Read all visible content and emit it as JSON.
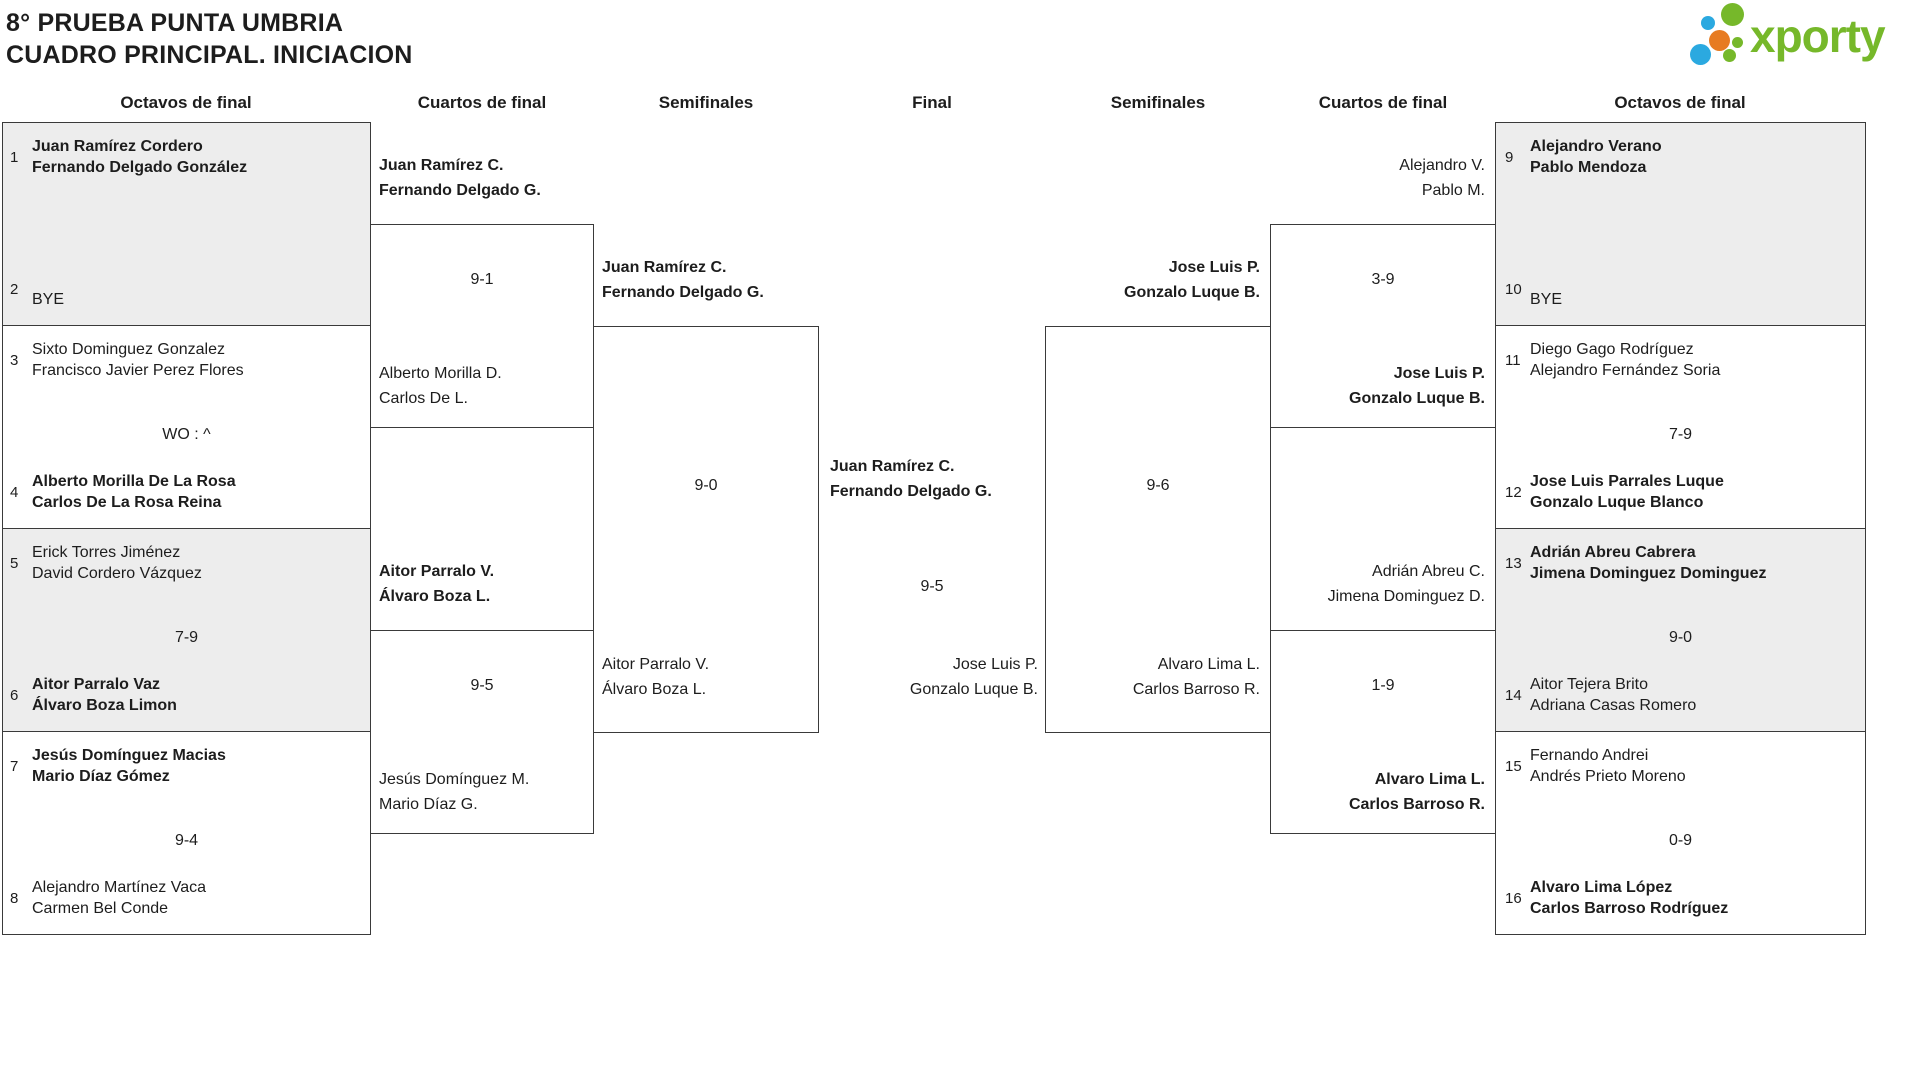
{
  "title": {
    "line1": "8° PRUEBA PUNTA UMBRIA",
    "line2": "CUADRO PRINCIPAL. INICIACION"
  },
  "logo": {
    "text": "xporty"
  },
  "colors": {
    "logo_green": "#76b82a",
    "logo_blue": "#2ba9e0",
    "logo_orange": "#e77b21",
    "box_gray": "#ededed",
    "box_border": "#3a3a3a",
    "text": "#1d1d1d"
  },
  "chart_data": {
    "type": "table",
    "title": "8° PRUEBA PUNTA UMBRIA — CUADRO PRINCIPAL. INICIACION",
    "columns": [
      {
        "header": "Octavos de final",
        "side": "left",
        "matches": [
          {
            "seed_top": "1",
            "team_top": [
              "Juan Ramírez Cordero",
              "Fernando Delgado González"
            ],
            "score": "",
            "seed_bottom": "2",
            "team_bottom": [
              "BYE",
              ""
            ],
            "winner": "top"
          },
          {
            "seed_top": "3",
            "team_top": [
              "Sixto Dominguez Gonzalez",
              "Francisco Javier Perez Flores"
            ],
            "score": "WO : ^",
            "seed_bottom": "4",
            "team_bottom": [
              "Alberto Morilla De La Rosa",
              "Carlos De La Rosa Reina"
            ],
            "winner": "bottom"
          },
          {
            "seed_top": "5",
            "team_top": [
              "Erick Torres Jiménez",
              "David Cordero Vázquez"
            ],
            "score": "7-9",
            "seed_bottom": "6",
            "team_bottom": [
              "Aitor Parralo Vaz",
              "Álvaro Boza Limon"
            ],
            "winner": "bottom"
          },
          {
            "seed_top": "7",
            "team_top": [
              "Jesús Domínguez Macias",
              "Mario Díaz Gómez"
            ],
            "score": "9-4",
            "seed_bottom": "8",
            "team_bottom": [
              "Alejandro Martínez Vaca",
              "Carmen Bel Conde"
            ],
            "winner": "top"
          }
        ]
      },
      {
        "header": "Cuartos de final",
        "side": "left",
        "matches": [
          {
            "team_top": [
              "Juan Ramírez C.",
              "Fernando Delgado G."
            ],
            "score": "9-1",
            "team_bottom": [
              "Alberto Morilla D.",
              "Carlos De L."
            ],
            "winner": "top"
          },
          {
            "team_top": [
              "Aitor Parralo V.",
              "Álvaro Boza L."
            ],
            "score": "9-5",
            "team_bottom": [
              "Jesús Domínguez M.",
              "Mario Díaz G."
            ],
            "winner": "top"
          }
        ]
      },
      {
        "header": "Semifinales",
        "side": "left",
        "matches": [
          {
            "team_top": [
              "Juan Ramírez C.",
              "Fernando Delgado G."
            ],
            "score": "9-0",
            "team_bottom": [
              "Aitor Parralo V.",
              "Álvaro Boza L."
            ],
            "winner": "top"
          }
        ]
      },
      {
        "header": "Final",
        "side": "center",
        "matches": [
          {
            "team_top": [
              "Juan Ramírez C.",
              "Fernando Delgado G."
            ],
            "score": "9-5",
            "team_bottom": [
              "Jose Luis P.",
              "Gonzalo Luque B."
            ],
            "winner": "top"
          }
        ]
      },
      {
        "header": "Semifinales",
        "side": "right",
        "matches": [
          {
            "team_top": [
              "Jose Luis P.",
              "Gonzalo Luque B."
            ],
            "score": "9-6",
            "team_bottom": [
              "Alvaro Lima L.",
              "Carlos Barroso R."
            ],
            "winner": "top"
          }
        ]
      },
      {
        "header": "Cuartos de final",
        "side": "right",
        "matches": [
          {
            "team_top": [
              "Alejandro V.",
              "Pablo M."
            ],
            "score": "3-9",
            "team_bottom": [
              "Jose Luis P.",
              "Gonzalo Luque B."
            ],
            "winner": "bottom"
          },
          {
            "team_top": [
              "Adrián Abreu C.",
              "Jimena Dominguez D."
            ],
            "score": "1-9",
            "team_bottom": [
              "Alvaro Lima L.",
              "Carlos Barroso R."
            ],
            "winner": "bottom"
          }
        ]
      },
      {
        "header": "Octavos de final",
        "side": "right",
        "matches": [
          {
            "seed_top": "9",
            "team_top": [
              "Alejandro Verano",
              "Pablo Mendoza"
            ],
            "score": "",
            "seed_bottom": "10",
            "team_bottom": [
              "BYE",
              ""
            ],
            "winner": "top"
          },
          {
            "seed_top": "11",
            "team_top": [
              "Diego Gago Rodríguez",
              "Alejandro Fernández Soria"
            ],
            "score": "7-9",
            "seed_bottom": "12",
            "team_bottom": [
              "Jose Luis Parrales Luque",
              "Gonzalo Luque Blanco"
            ],
            "winner": "bottom"
          },
          {
            "seed_top": "13",
            "team_top": [
              "Adrián Abreu Cabrera",
              "Jimena Dominguez Dominguez"
            ],
            "score": "9-0",
            "seed_bottom": "14",
            "team_bottom": [
              "Aitor Tejera Brito",
              "Adriana Casas Romero"
            ],
            "winner": "top"
          },
          {
            "seed_top": "15",
            "team_top": [
              "Fernando Andrei",
              "Andrés Prieto Moreno"
            ],
            "score": "0-9",
            "seed_bottom": "16",
            "team_bottom": [
              "Alvaro Lima López",
              "Carlos Barroso Rodríguez"
            ],
            "winner": "bottom"
          }
        ]
      }
    ]
  }
}
